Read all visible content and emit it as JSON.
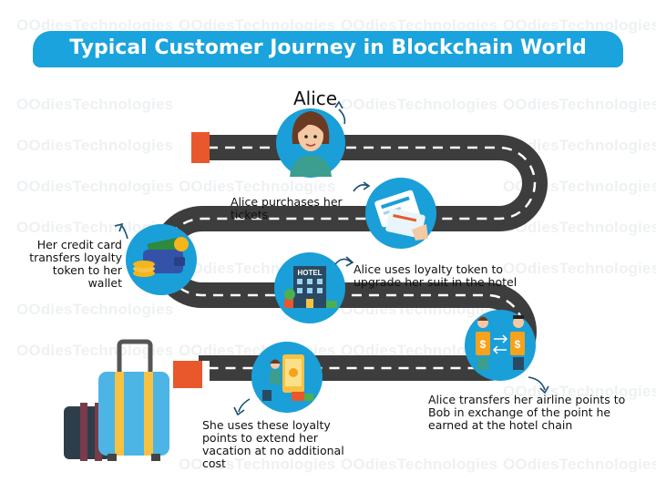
{
  "watermark": "OOdiesTechnologies",
  "title": "Typical Customer Journey in Blockchain World",
  "character": "Alice",
  "steps": [
    {
      "text": "Alice purchases her tickets"
    },
    {
      "text": "Her credit card transfers loyalty token to her wallet"
    },
    {
      "text": "Alice uses loyalty token to upgrade her suit in the hotel"
    },
    {
      "text": "Alice transfers her airline points to Bob in exchange of the point he earned at the hotel chain"
    },
    {
      "text": "She uses these loyalty points to extend her vacation at no additional cost"
    }
  ],
  "hotel_sign": "HOTEL",
  "colors": {
    "banner": "#1aa3dc",
    "road": "#3d3d3d",
    "road_marking": "#ffffff",
    "start_flag": "#e8582c",
    "circle": "#1a9fd8",
    "suitcase": "#4db4e6",
    "suitcase_small": "#2d3e4a"
  }
}
